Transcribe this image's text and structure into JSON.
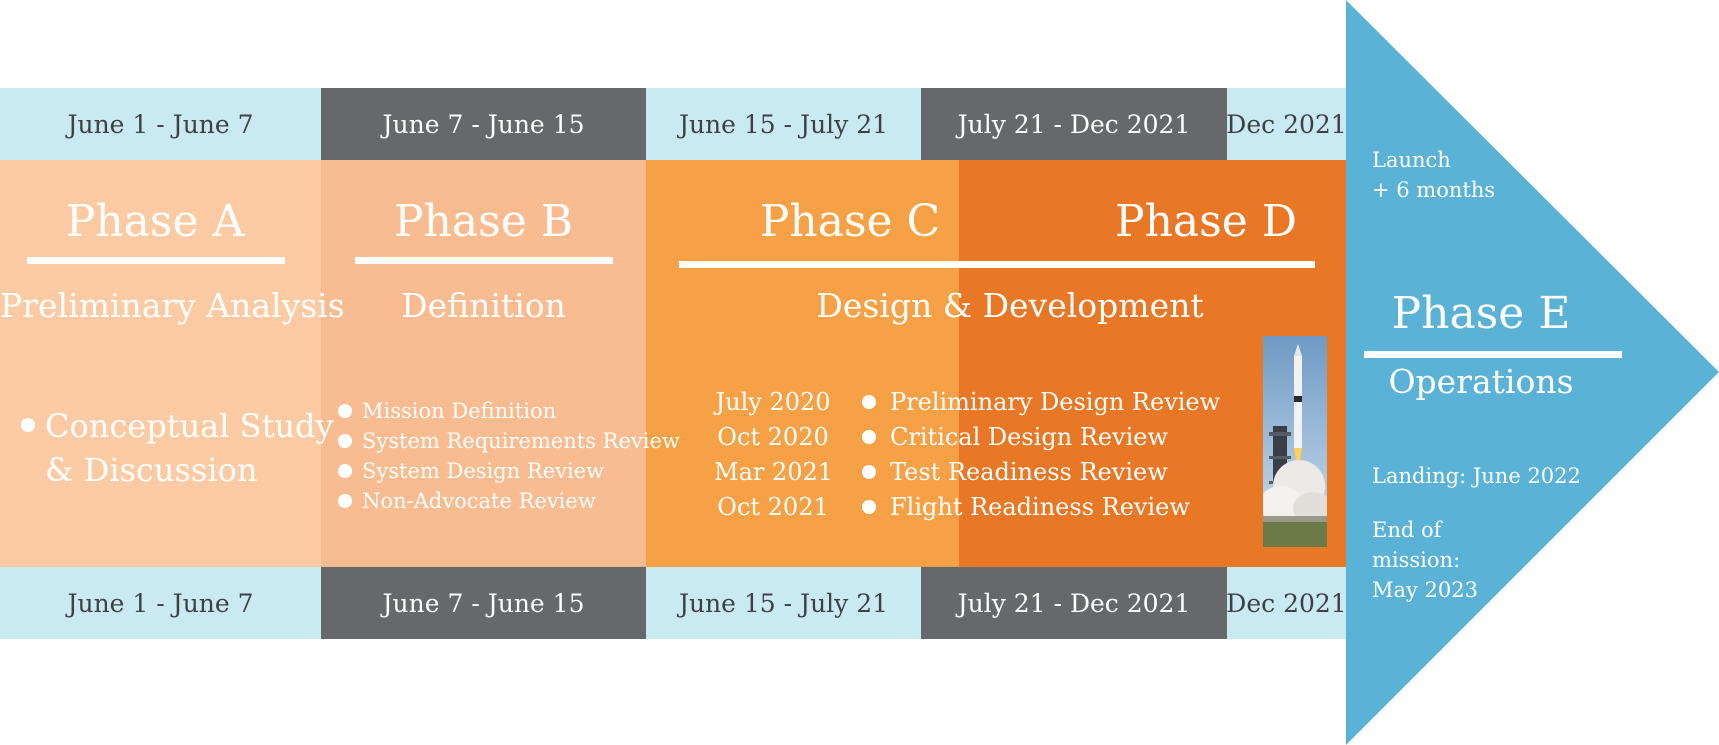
{
  "colors": {
    "band_light": "#c9eaf1",
    "band_dark": "#67686b",
    "phase_a": "#fccba3",
    "phase_b": "#f9bb90",
    "phase_c": "#f7a147",
    "phase_d": "#e87726",
    "phase_e": "#5ab3d6"
  },
  "top_dates": [
    "June 1 -  June 7",
    "June 7 -  June 15",
    "June 15 -  July 21",
    "July 21 - Dec 2021",
    "Dec 2021"
  ],
  "bottom_dates": [
    "June 1 -  June 7",
    "June 7 -  June 15",
    "June 15 -  July 21",
    "July 21 - Dec 2021",
    "Dec 2021"
  ],
  "phase_a": {
    "title": "Phase A",
    "subtitle": "Preliminary Analysis",
    "bullets": [
      "Conceptual Study",
      "& Discussion"
    ]
  },
  "phase_b": {
    "title": "Phase B",
    "subtitle": "Definition",
    "bullets": [
      "Mission Definition",
      "System Requirements Review",
      "System Design Review",
      "Non-Advocate Review"
    ]
  },
  "phase_c": {
    "title": "Phase C"
  },
  "phase_d": {
    "title": "Phase D"
  },
  "phase_cd": {
    "subtitle": "Design & Development",
    "reviews": [
      {
        "date": "July 2020",
        "label": "Preliminary Design Review"
      },
      {
        "date": "Oct 2020",
        "label": "Critical Design Review"
      },
      {
        "date": "Mar 2021",
        "label": "Test Readiness Review"
      },
      {
        "date": "Oct 2021",
        "label": "Flight Readiness Review"
      }
    ]
  },
  "phase_e": {
    "launch": [
      "Launch",
      "+ 6 months"
    ],
    "title": "Phase E",
    "subtitle": "Operations",
    "landing": "Landing: June 2022",
    "end": [
      "End of",
      "mission:",
      "May 2023"
    ]
  },
  "image": {
    "icon": "rocket-launch-photo"
  }
}
